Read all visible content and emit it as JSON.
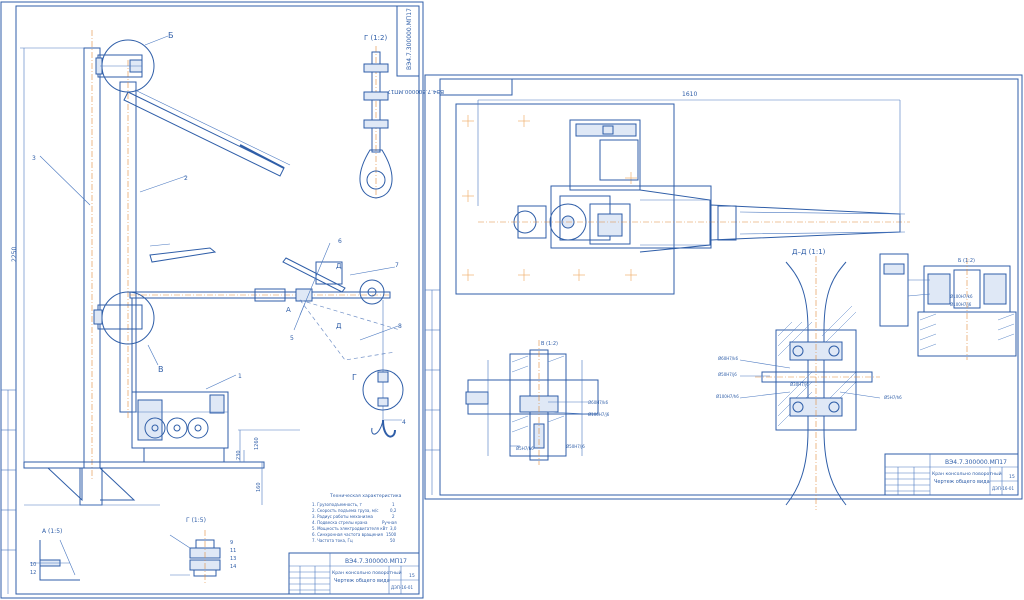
{
  "sheet1": {
    "code_rotated": "ВЭ4.7.300000.МП17",
    "view_g": "Г (1:2)",
    "view_a": "А (1:5)",
    "view_gg": "Г (1:5)",
    "label_b": "Б",
    "label_v": "В",
    "label_g": "Г",
    "label_a": "А",
    "label_d": "Д",
    "dim_height": "2250",
    "dim_1": "1260",
    "dim_2": "230",
    "dim_3": "160",
    "callouts": [
      "1",
      "2",
      "3",
      "4",
      "5",
      "6",
      "7",
      "8"
    ],
    "small_callouts": [
      "9",
      "10",
      "11",
      "12",
      "13",
      "14"
    ],
    "tech_title": "Техническая характеристика",
    "tech_lines": [
      "1. Грузоподъемность, т",
      "2. Скорость подъема груза, м/с",
      "3. Радиус работы механизма",
      "4. Подвеска стрелы крана",
      "5. Мощность электродвигателя кВт",
      "6. Синхронная частота вращения",
      "7. Частота тока, Гц"
    ],
    "tech_values": [
      "1",
      "0,2",
      "2",
      "Ручная",
      "3,0",
      "1500",
      "50"
    ],
    "title_code": "ВЭ4.7.300000.МП17",
    "title_name": "Кран консольно поворотный",
    "title_sub": "Чертеж общего вида",
    "sheet_mark": "15",
    "org": "ДЭП-16-01"
  },
  "sheet2": {
    "code_rotated": "ВЭ4.7.300000.МП17",
    "dim_top": "1610",
    "section_dd": "Д–Д (1:1)",
    "view_v": "В (1:2)",
    "view_b": "Б (1:2)",
    "fits": [
      "Ø60Н7/k6",
      "Ø50Н7/j6",
      "Ø100Н7/h6",
      "Ø5Н7/h6",
      "Ø30Н7/j6"
    ],
    "fits_v": [
      "Ø60Н7/k6",
      "Ø100Н7/j6",
      "Ø5Н7/h6",
      "Ø50Н7/j6",
      "Ø30Н7/h6"
    ],
    "fits_b": [
      "Ø100Н7/k6",
      "Ø100Н7/j6"
    ],
    "title_code": "ВЭ4.7.300000.МП17",
    "title_name": "Кран консольно поворотный",
    "title_sub": "Чертеж общего вида",
    "sheet_mark": "15",
    "org": "ДЭП-16-01"
  }
}
